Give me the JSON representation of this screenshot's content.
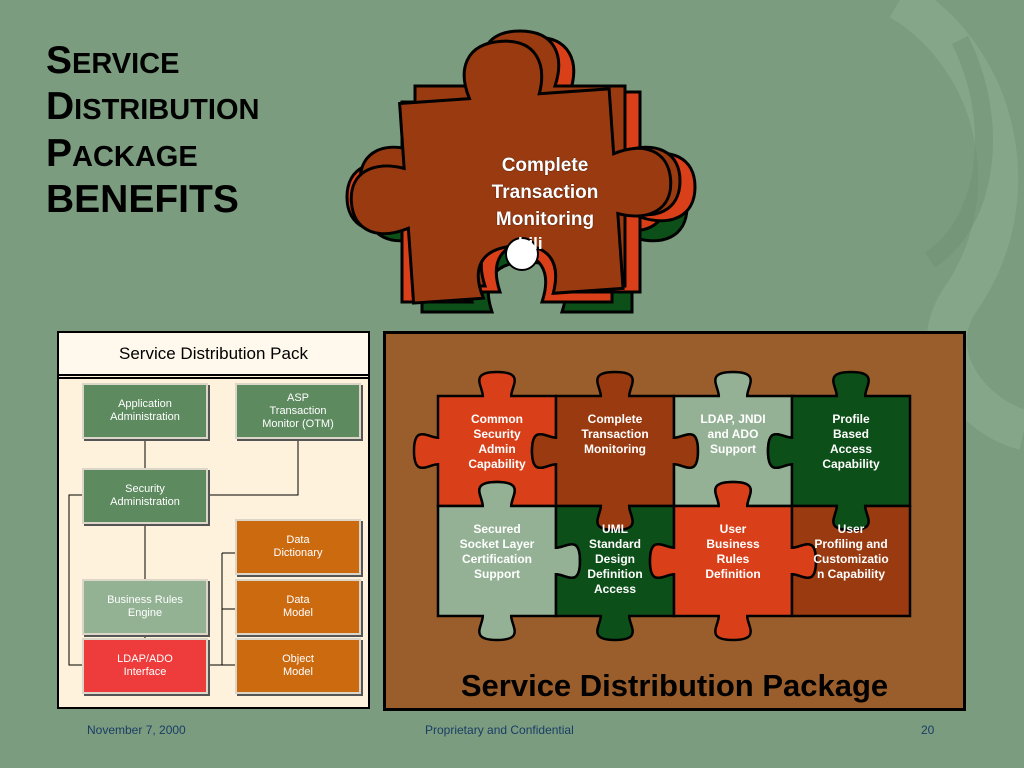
{
  "title": {
    "line1_first": "S",
    "line1_rest": "ERVICE",
    "line2_first": "D",
    "line2_rest": "ISTRIBUTION",
    "line3_first": "P",
    "line3_rest": "ACKAGE",
    "line4": "BENEFITS"
  },
  "top_puzzle": {
    "label": "Complete\nTransaction\nMonitoring",
    "fragment": "bili"
  },
  "left_panel": {
    "title": "Service Distribution Pack",
    "nodes": {
      "app_admin": "Application\nAdministration",
      "asp_otm": "ASP\nTransaction\nMonitor (OTM)",
      "security_admin": "Security\nAdministration",
      "data_dictionary": "Data\nDictionary",
      "business_rules": "Business Rules\nEngine",
      "data_model": "Data\nModel",
      "ldap_ado": "LDAP/ADO\nInterface",
      "object_model": "Object\nModel"
    }
  },
  "right_panel": {
    "title": "Service Distribution Package",
    "pieces": [
      {
        "label": "Common\nSecurity\nAdmin\nCapability",
        "color": "#d9401a"
      },
      {
        "label": "Complete\nTransaction\nMonitoring",
        "color": "#9a3a10"
      },
      {
        "label": "LDAP, JNDI\nand ADO\nSupport",
        "color": "#94b195"
      },
      {
        "label": "Profile\nBased\nAccess\nCapability",
        "color": "#0d4f18"
      },
      {
        "label": "Secured\nSocket Layer\nCertification\nSupport",
        "color": "#94b195"
      },
      {
        "label": "UML\nStandard\nDesign\nDefinition\nAccess",
        "color": "#0d4f18"
      },
      {
        "label": "User\nBusiness\nRules\nDefinition",
        "color": "#d9401a"
      },
      {
        "label": "User\nProfiling and\nCustomizatio\nn Capability",
        "color": "#9a3a10"
      }
    ]
  },
  "footer": {
    "date": "November 7, 2000",
    "notice": "Proprietary and Confidential",
    "page": "20"
  },
  "colors": {
    "background": "#7b9c7f",
    "dark_green": "#0d4f18",
    "red_orange": "#d9401a",
    "brown": "#9a3a10",
    "light_green": "#94b195"
  }
}
